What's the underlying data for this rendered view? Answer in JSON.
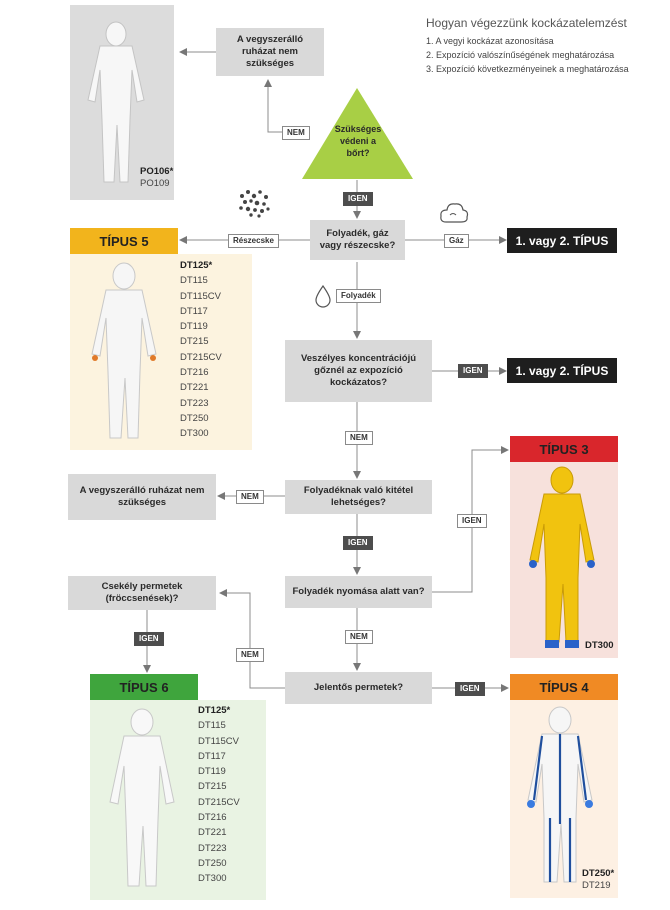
{
  "info": {
    "title": "Hogyan végezzünk kockázatelemzést",
    "steps": [
      "1. A vegyi kockázat azonosítása",
      "2. Expozíció valószínűségének meghatározása",
      "3. Expozíció következményeinek a meghatározása"
    ]
  },
  "nodes": {
    "not_needed_top": "A vegyszerálló ruházat nem szükséges",
    "skin_question": "Szükséges védeni a bőrt?",
    "state_question": "Folyadék, gáz vagy részecske?",
    "hazard_question": "Veszélyes koncentrációjú gőznél az expozíció kockázatos?",
    "not_needed_mid": "A vegyszerálló ruházat nem szükséges",
    "liquid_exposure": "Folyadéknak való kitétel lehetséges?",
    "small_spray": "Csekély permetek (fröccsenések)?",
    "pressure": "Folyadék nyomása alatt van?",
    "significant_spray": "Jelentős permetek?"
  },
  "labels": {
    "nem_top": "NEM",
    "igen_1": "IGEN",
    "particles": "Részecske",
    "gas": "Gáz",
    "liquid": "Folyadék",
    "igen_hazard": "IGEN",
    "nem_hazard": "NEM",
    "nem_liquid": "NEM",
    "igen_liquid": "IGEN",
    "igen_pressure": "IGEN",
    "nem_pressure": "NEM",
    "nem_spray": "NEM",
    "igen_small": "IGEN",
    "igen_significant": "IGEN"
  },
  "results": {
    "type12_a": "1. vagy 2. TÍPUS",
    "type12_b": "1. vagy 2. TÍPUS"
  },
  "po_panel": {
    "models": [
      "PO106*",
      "PO109"
    ]
  },
  "type5": {
    "title": "TÍPUS 5",
    "models": [
      "DT125*",
      "DT115",
      "DT115CV",
      "DT117",
      "DT119",
      "DT215",
      "DT215CV",
      "DT216",
      "DT221",
      "DT223",
      "DT250",
      "DT300"
    ]
  },
  "type3": {
    "title": "TÍPUS 3",
    "models": [
      "DT300"
    ]
  },
  "type6": {
    "title": "TÍPUS 6",
    "models": [
      "DT125*",
      "DT115",
      "DT115CV",
      "DT117",
      "DT119",
      "DT215",
      "DT215CV",
      "DT216",
      "DT221",
      "DT223",
      "DT250",
      "DT300"
    ]
  },
  "type4": {
    "title": "TÍPUS 4",
    "models": [
      "DT250*",
      "DT219"
    ]
  },
  "colors": {
    "type5": "#f2b41c",
    "type3": "#d9262c",
    "type6": "#3fa53d",
    "type4": "#f08a24",
    "triangle": "#a8cf45"
  }
}
